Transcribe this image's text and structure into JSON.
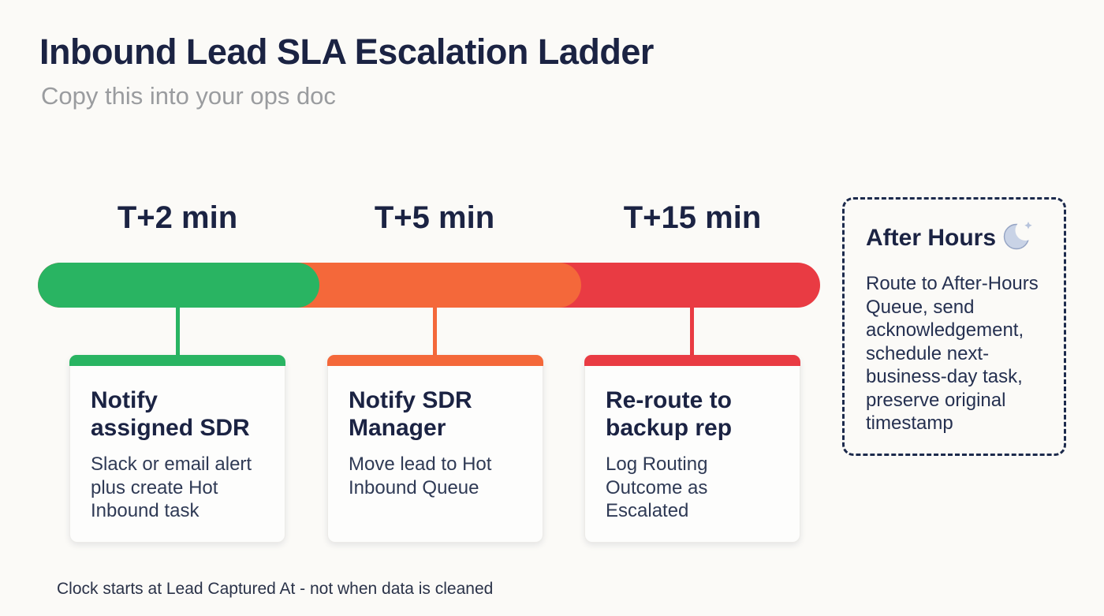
{
  "header": {
    "title": "Inbound Lead SLA Escalation Ladder",
    "subtitle": "Copy this into your ops doc"
  },
  "colors": {
    "background": "#fbfaf7",
    "navy": "#1b2343",
    "subtitle_gray": "#9a9c9f",
    "green": "#29b462",
    "orange": "#f4683a",
    "red": "#e93b43",
    "moon_fill": "#c9d3e6"
  },
  "timeline": {
    "stages": [
      {
        "label": "T+2 min",
        "color": "#29b462",
        "card_title": "Notify assigned SDR",
        "card_body": "Slack or email alert plus create Hot Inbound task"
      },
      {
        "label": "T+5 min",
        "color": "#f4683a",
        "card_title": "Notify SDR Manager",
        "card_body": "Move lead to Hot Inbound Queue"
      },
      {
        "label": "T+15 min",
        "color": "#e93b43",
        "card_title": "Re-route to backup rep",
        "card_body": "Log Routing Outcome as Escalated"
      }
    ]
  },
  "after_hours": {
    "title": "After Hours",
    "icon": "crescent-moon-icon",
    "body": "Route to After-Hours Queue, send acknowledgement, schedule next-business-day task, preserve original timestamp"
  },
  "footer": {
    "note": "Clock starts at Lead Captured At - not when data is cleaned"
  }
}
